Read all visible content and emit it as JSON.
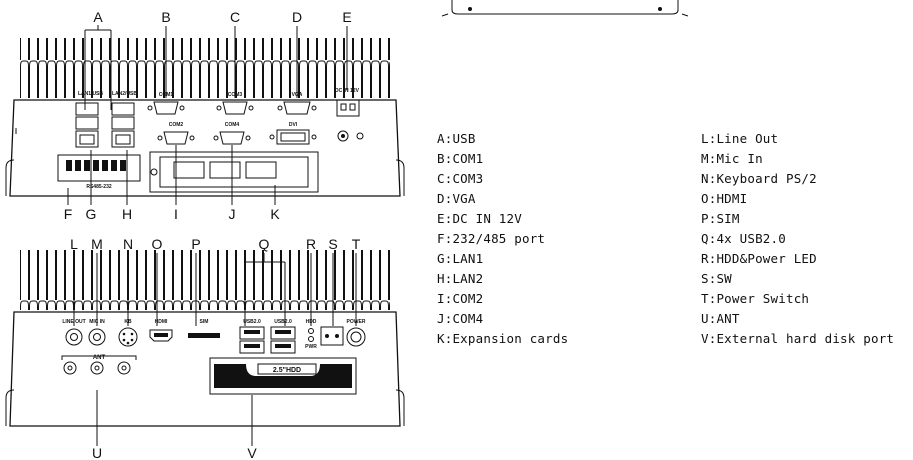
{
  "diagram": {
    "callouts_top": [
      "A",
      "B",
      "C",
      "D",
      "E",
      "F",
      "G",
      "H",
      "I",
      "J",
      "K"
    ],
    "callouts_bottom": [
      "L",
      "M",
      "N",
      "O",
      "P",
      "Q",
      "R",
      "S",
      "T",
      "U",
      "V"
    ],
    "top_panel": {
      "lan1_usb": "LAN1/USB",
      "lan2_usb": "LAN2/USB",
      "com1": "COM1",
      "com3": "COM3",
      "vga": "VGA",
      "dc_in": "DC IN 12V",
      "com2": "COM2",
      "com4": "COM4",
      "dvi": "DVI",
      "serial": "RS485-232"
    },
    "bottom_panel": {
      "line_out": "LINE OUT",
      "mic_in": "MIC IN",
      "kb": "KB",
      "hdmi": "HDMI",
      "sim": "SIM",
      "usb_a": "USB2.0",
      "usb_b": "USB2.0",
      "hdd": "HDD",
      "pwr": "PWR",
      "power": "POWER",
      "ant": "ANT",
      "hdd_bay": "2.5\"HDD"
    }
  },
  "legend": {
    "left": [
      "A:USB",
      "B:COM1",
      "C:COM3",
      "D:VGA",
      "E:DC IN 12V",
      "F:232/485 port",
      "G:LAN1",
      "H:LAN2",
      "I:COM2",
      "J:COM4",
      "K:Expansion cards"
    ],
    "right": [
      "L:Line Out",
      "M:Mic In",
      "N:Keyboard PS/2",
      "O:HDMI",
      "P:SIM",
      "Q:4x USB2.0",
      "R:HDD&Power LED",
      "S:SW",
      "T:Power Switch",
      "U:ANT",
      "V:External hard disk port"
    ]
  }
}
